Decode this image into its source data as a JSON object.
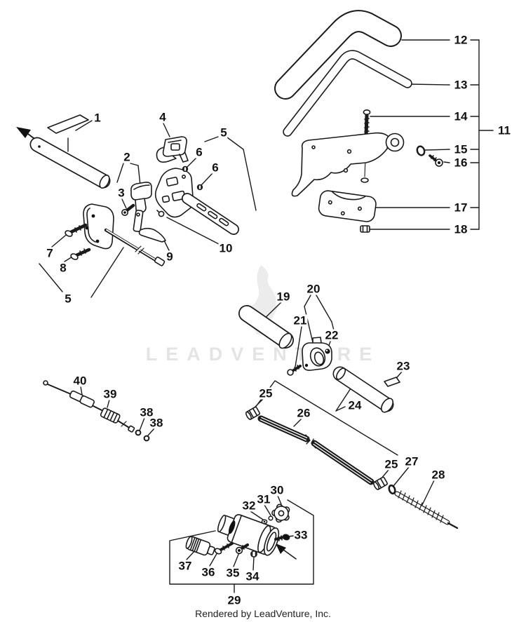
{
  "watermark": {
    "text": "LEADVENTURE",
    "color": "#e4e4e4",
    "logo": "leadventure-flame-logo"
  },
  "footer": {
    "credit": "Rendered by LeadVenture, Inc."
  },
  "diagram": {
    "type": "exploded-parts-diagram",
    "background": "#ffffff",
    "line_color": "#1a1a1a",
    "callouts": [
      {
        "label": "1"
      },
      {
        "label": "2"
      },
      {
        "label": "3"
      },
      {
        "label": "4"
      },
      {
        "label": "5"
      },
      {
        "label": "6"
      },
      {
        "label": "6"
      },
      {
        "label": "7"
      },
      {
        "label": "8"
      },
      {
        "label": "9"
      },
      {
        "label": "10"
      },
      {
        "label": "5"
      },
      {
        "label": "11"
      },
      {
        "label": "12"
      },
      {
        "label": "13"
      },
      {
        "label": "14"
      },
      {
        "label": "15"
      },
      {
        "label": "16"
      },
      {
        "label": "17"
      },
      {
        "label": "18"
      },
      {
        "label": "19"
      },
      {
        "label": "20"
      },
      {
        "label": "21"
      },
      {
        "label": "22"
      },
      {
        "label": "23"
      },
      {
        "label": "24"
      },
      {
        "label": "25"
      },
      {
        "label": "26"
      },
      {
        "label": "25"
      },
      {
        "label": "27"
      },
      {
        "label": "28"
      },
      {
        "label": "29"
      },
      {
        "label": "30"
      },
      {
        "label": "31"
      },
      {
        "label": "32"
      },
      {
        "label": "33"
      },
      {
        "label": "34"
      },
      {
        "label": "35"
      },
      {
        "label": "36"
      },
      {
        "label": "37"
      },
      {
        "label": "38"
      },
      {
        "label": "38"
      },
      {
        "label": "39"
      },
      {
        "label": "40"
      }
    ]
  }
}
